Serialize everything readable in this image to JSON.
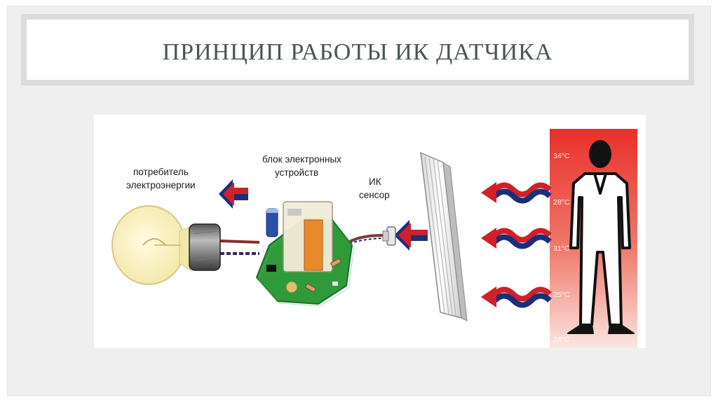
{
  "slide": {
    "title": "ПРИНЦИП РАБОТЫ ИК ДАТЧИКА"
  },
  "diagram": {
    "consumer_label": [
      "потребитель",
      "электроэнергии"
    ],
    "electronics_label": [
      "блок электронных",
      "устройств"
    ],
    "sensor_label": [
      "ИК",
      "сенсор"
    ],
    "temperatures": [
      "34°C",
      "28°C",
      "31°C",
      "25°C",
      "24°C"
    ]
  },
  "colors": {
    "arrow_red": "#d0202a",
    "arrow_blue": "#1a2f7a",
    "heat_gradient_top": "#e8302a",
    "heat_gradient_bottom": "#fbe3df",
    "board_green": "#2f9a3a"
  }
}
